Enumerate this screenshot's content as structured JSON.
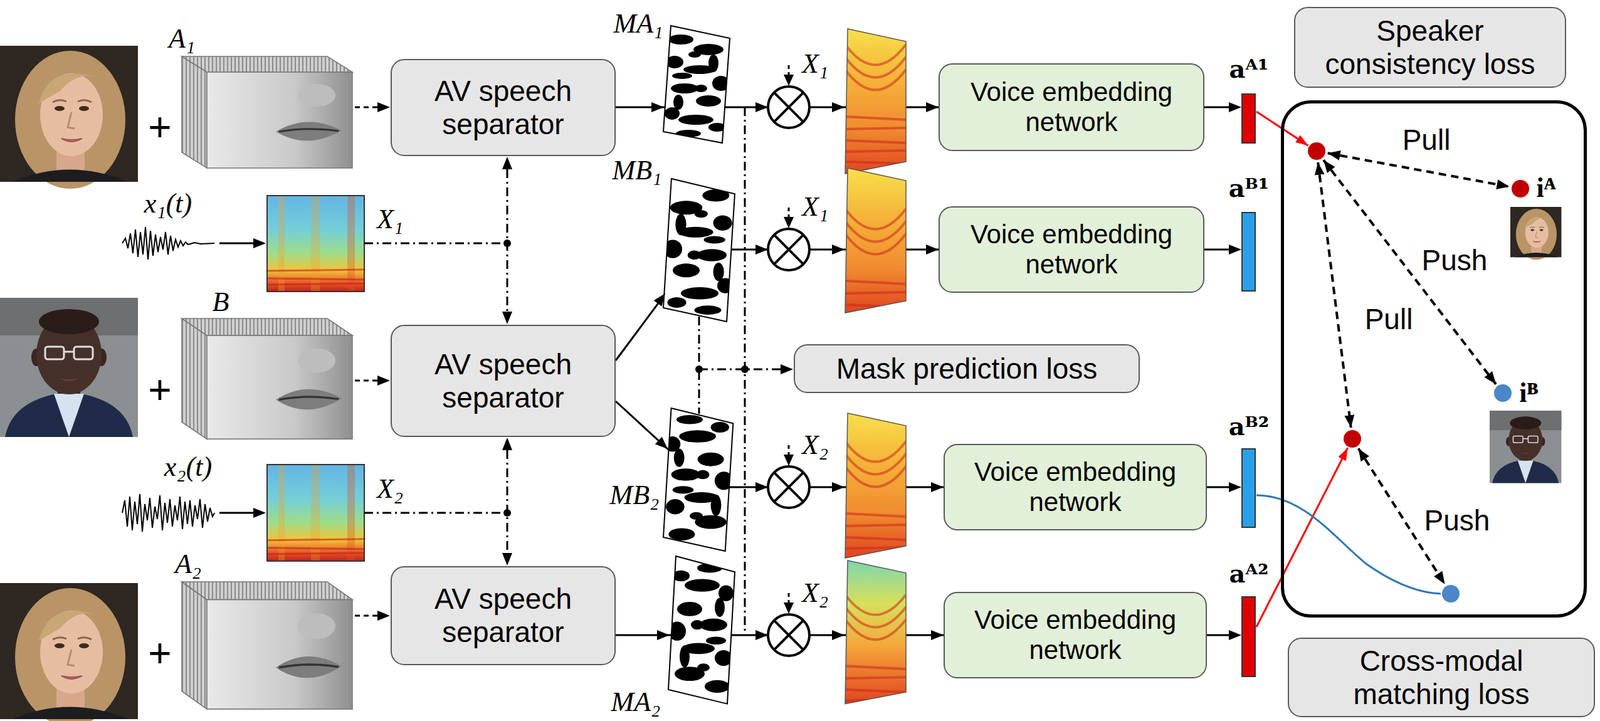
{
  "diagram": {
    "nodes": [
      {
        "text": [
          "AV speech separator"
        ]
      },
      {
        "text": [
          "Voice embedding network"
        ]
      },
      {
        "text": [
          "Speaker consistency loss"
        ]
      },
      {
        "text": [
          "Pull",
          "iᴬ",
          "Push",
          "Pull",
          "iᴮ",
          "Push"
        ]
      },
      {
        "text": [
          "Voice embedding network"
        ]
      },
      {
        "text": [
          "AV speech separator"
        ]
      },
      {
        "text": [
          "Mask prediction loss"
        ]
      },
      {
        "text": [
          "Voice embedding network"
        ]
      },
      {
        "text": [
          "AV speech separator"
        ]
      },
      {
        "text": [
          "Voice embedding network"
        ]
      },
      {
        "text": [
          "Cross-modal matching loss"
        ]
      }
    ],
    "edges": [
      {
        "from": 0,
        "to": 1,
        "arrow": "to"
      },
      {
        "from": 5,
        "to": 4,
        "arrow": "to"
      },
      {
        "from": 5,
        "to": 7,
        "arrow": "to"
      },
      {
        "from": 8,
        "to": 9,
        "arrow": "to"
      }
    ],
    "labels": [
      "A₁",
      "+",
      "x₁(t)",
      "X₁",
      "B",
      "+",
      "x₂(t)",
      "X₂",
      "A₂",
      "+",
      "MA₁",
      "X₁",
      "MB₁",
      "X₁",
      "MB₂",
      "X₂",
      "MA₂",
      "X₂",
      "aᴬ¹",
      "aᴮ¹",
      "aᴮ²",
      "aᴬ²"
    ]
  }
}
